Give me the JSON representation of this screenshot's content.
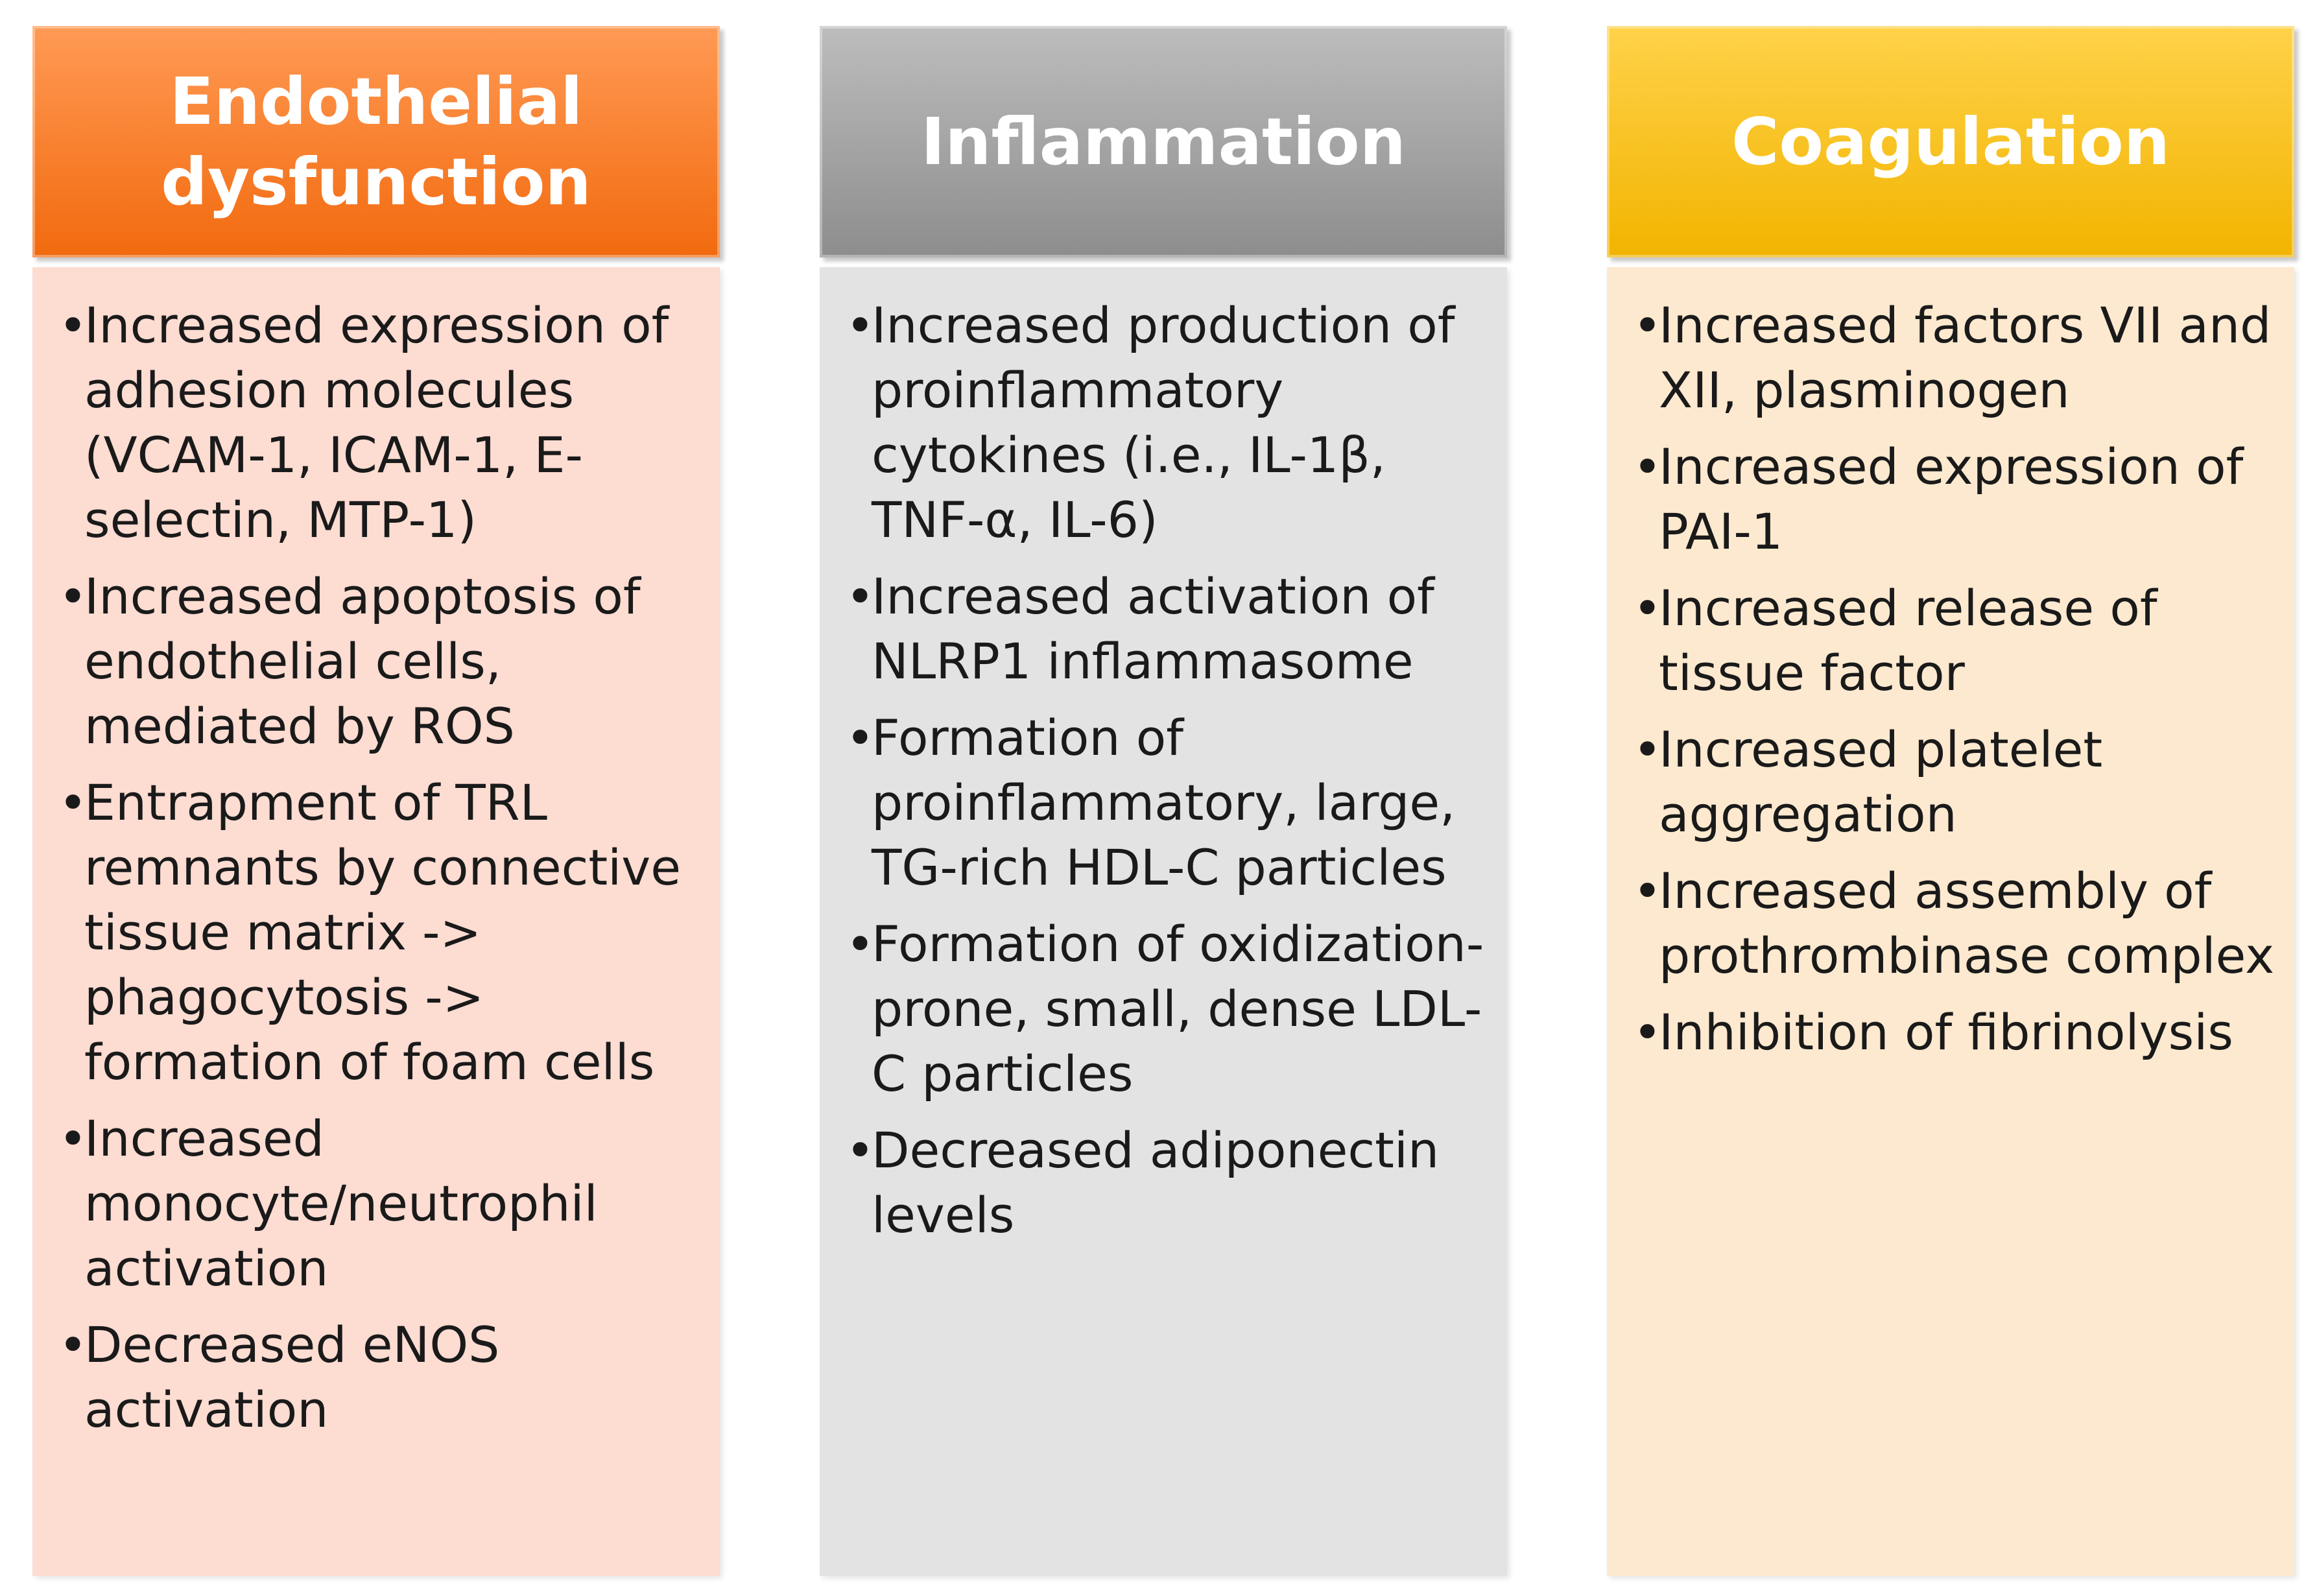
{
  "colors": {
    "endothelial_header_top": "#ff9a55",
    "endothelial_header_bottom": "#f26a0e",
    "endothelial_body": "#fddcd2",
    "inflammation_header_top": "#bdbdbd",
    "inflammation_header_bottom": "#8d8d8d",
    "inflammation_body": "#e3e3e3",
    "coagulation_header_top": "#ffd24a",
    "coagulation_header_bottom": "#f2b400",
    "coagulation_body": "#fde9cf"
  },
  "columns": [
    {
      "title": "Endothelial\ndysfunction",
      "items": [
        "Increased expression of adhesion molecules (VCAM-1, ICAM-1, E-selectin, MTP-1)",
        "Increased apoptosis of endothelial cells, mediated by ROS",
        "Entrapment of TRL remnants by connective tissue matrix -> phagocytosis -> formation of foam cells",
        "Increased monocyte/neutrophil activation",
        "Decreased eNOS activation"
      ]
    },
    {
      "title": "Inflammation",
      "items": [
        "Increased production of proinflammatory cytokines (i.e., IL-1β, TNF-α, IL-6)",
        "Increased activation of NLRP1 inflammasome",
        "Formation of proinflammatory, large, TG-rich HDL-C particles",
        "Formation of oxidization-prone, small, dense LDL-C particles",
        "Decreased adiponectin levels"
      ]
    },
    {
      "title": "Coagulation",
      "items": [
        "Increased factors VII and XII, plasminogen",
        "Increased expression of PAI-1",
        "Increased release of tissue factor",
        "Increased platelet aggregation",
        "Increased assembly of prothrombinase complex",
        "Inhibition of fibrinolysis"
      ]
    }
  ]
}
